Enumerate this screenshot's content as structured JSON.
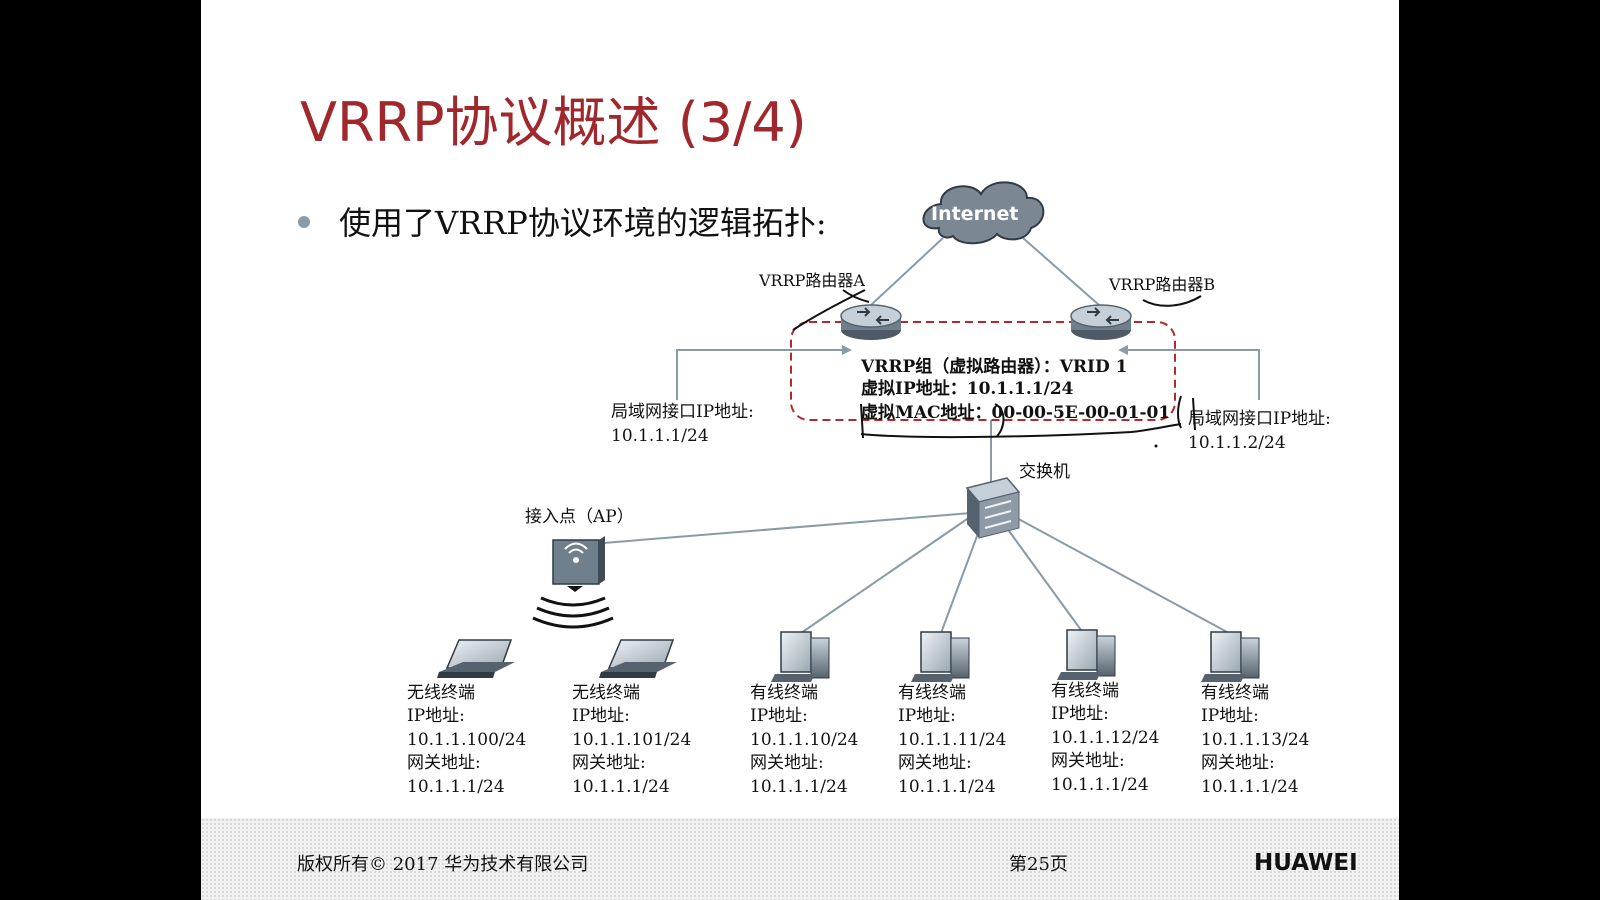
{
  "slide": {
    "title": "VRRP协议概述 (3/4)",
    "bullet": "使用了VRRP协议环境的逻辑拓扑:",
    "footer_copyright": "版权所有© 2017 华为技术有限公司",
    "footer_page": "第25页",
    "brand": "HUAWEI"
  },
  "topology": {
    "internet_label": "Internet",
    "router_a_label": "VRRP路由器A",
    "router_b_label": "VRRP路由器B",
    "vrrp_group_line": "VRRP组（虚拟路由器）：VRID 1",
    "virtual_ip_line": "虚拟IP地址：10.1.1.1/24",
    "virtual_mac_line": "虚拟MAC地址：00-00-5E-00-01-01",
    "lan_a_label": "局域网接口IP地址:",
    "lan_a_ip": "10.1.1.1/24",
    "lan_b_label": "局域网接口IP地址:",
    "lan_b_ip": "10.1.1.2/24",
    "switch_label": "交换机",
    "ap_label": "接入点（AP）",
    "terminals": [
      {
        "type": "无线终端",
        "ip_label": "IP地址:",
        "ip": "10.1.1.100/24",
        "gw_label": "网关地址:",
        "gw": "10.1.1.1/24"
      },
      {
        "type": "无线终端",
        "ip_label": "IP地址:",
        "ip": "10.1.1.101/24",
        "gw_label": "网关地址:",
        "gw": "10.1.1.1/24"
      },
      {
        "type": "有线终端",
        "ip_label": "IP地址:",
        "ip": "10.1.1.10/24",
        "gw_label": "网关地址:",
        "gw": "10.1.1.1/24"
      },
      {
        "type": "有线终端",
        "ip_label": "IP地址:",
        "ip": "10.1.1.11/24",
        "gw_label": "网关地址:",
        "gw": "10.1.1.1/24"
      },
      {
        "type": "有线终端",
        "ip_label": "IP地址:",
        "ip": "10.1.1.12/24",
        "gw_label": "网关地址:",
        "gw": "10.1.1.1/24"
      },
      {
        "type": "有线终端",
        "ip_label": "IP地址:",
        "ip": "10.1.1.13/24",
        "gw_label": "网关地址:",
        "gw": "10.1.1.1/24"
      }
    ]
  },
  "colors": {
    "title": "#a0282d",
    "group_box": "#b22a2a",
    "link": "#8a9aa6",
    "device": "#6f7f8c"
  }
}
